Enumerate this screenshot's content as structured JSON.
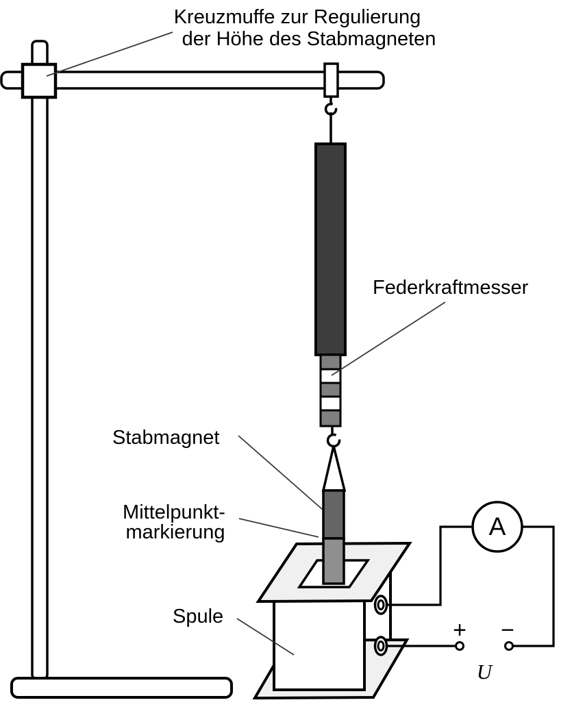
{
  "figure": {
    "type": "physics-experiment-diagram",
    "description": "Stand with spring scale, bar magnet hanging into a coil, ammeter circuit"
  },
  "labels": {
    "kreuzmuffe_line1": "Kreuzmuffe zur Regulierung",
    "kreuzmuffe_line2": "der Höhe des Stabmagneten",
    "federkraftmesser": "Federkraftmesser",
    "stabmagnet": "Stabmagnet",
    "mittelpunkt_line1": "Mittelpunkt-",
    "mittelpunkt_line2": "markierung",
    "spule": "Spule",
    "ammeter": "A",
    "terminal_plus": "+",
    "terminal_minus": "−",
    "voltage": "U"
  },
  "colors": {
    "outline": "#000000",
    "leader_line": "#3a3a3a",
    "spring_scale_tube": "#3d3d3d",
    "scale_segment_gray": "#7f7f7f",
    "magnet_upper": "#656565",
    "magnet_lower": "#8f8f8f",
    "coil_plate": "#f0f0f0",
    "background": "#ffffff"
  }
}
